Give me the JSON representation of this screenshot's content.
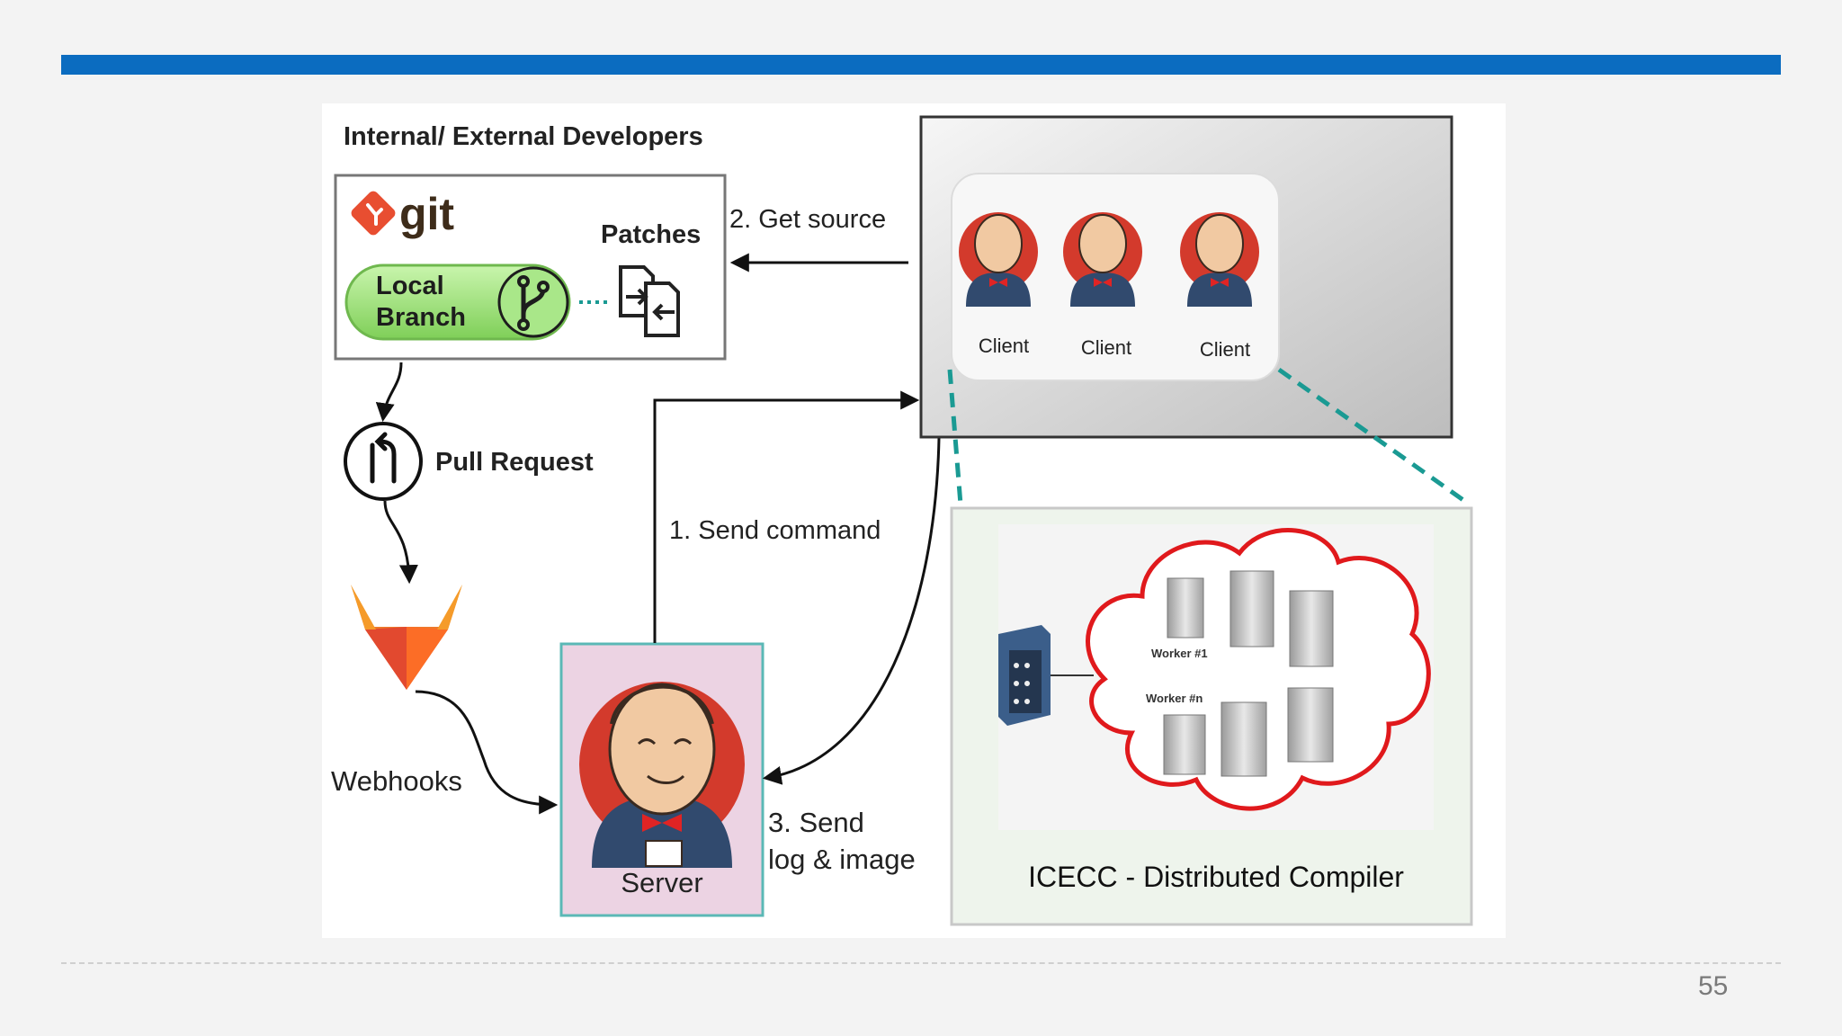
{
  "slide": {
    "page_number": "55",
    "accent_color": "#0b6cc0"
  },
  "diagram": {
    "developers_title": "Internal/ External Developers",
    "git_label": "git",
    "patches_label": "Patches",
    "local_branch_line1": "Local",
    "local_branch_line2": "Branch",
    "pull_request_label": "Pull Request",
    "webhooks_label": "Webhooks",
    "server_label": "Server",
    "clients": [
      "Client",
      "Client",
      "Client"
    ],
    "arrows": {
      "get_source": "2. Get source",
      "send_command": "1. Send command",
      "send_log_line1": "3. Send",
      "send_log_line2": "log & image"
    },
    "workers": {
      "first": "Worker #1",
      "last": "Worker #n"
    },
    "icecc_label": "ICECC - Distributed Compiler",
    "colors": {
      "git": "#e84e31",
      "branch_green": "#9be07a",
      "server_bg": "#ecd3e3",
      "server_border": "#5bb8b6",
      "cloud_red": "#e0191c",
      "dash_teal": "#1a9a93"
    }
  }
}
